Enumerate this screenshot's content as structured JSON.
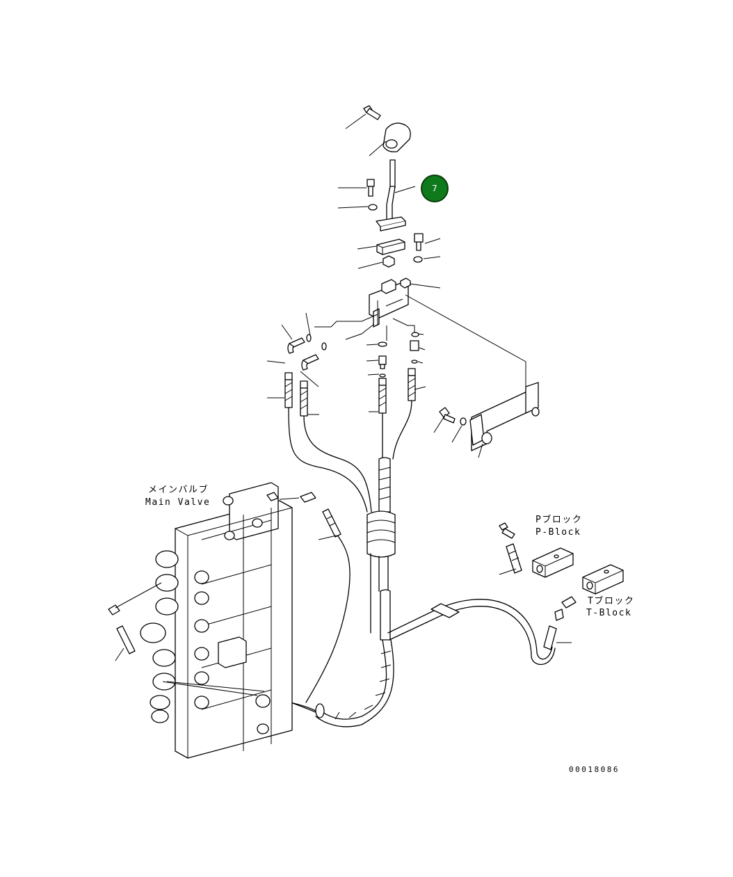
{
  "labels": {
    "main_valve_jp": "メインバルブ",
    "main_valve_en": "Main Valve",
    "p_block_jp": "Pブロック",
    "p_block_en": "P-Block",
    "t_block_jp": "Tブロック",
    "t_block_en": "T-Block"
  },
  "callout": {
    "number": "7",
    "color": "#0e7a1c"
  },
  "drawing_number": "00018086"
}
